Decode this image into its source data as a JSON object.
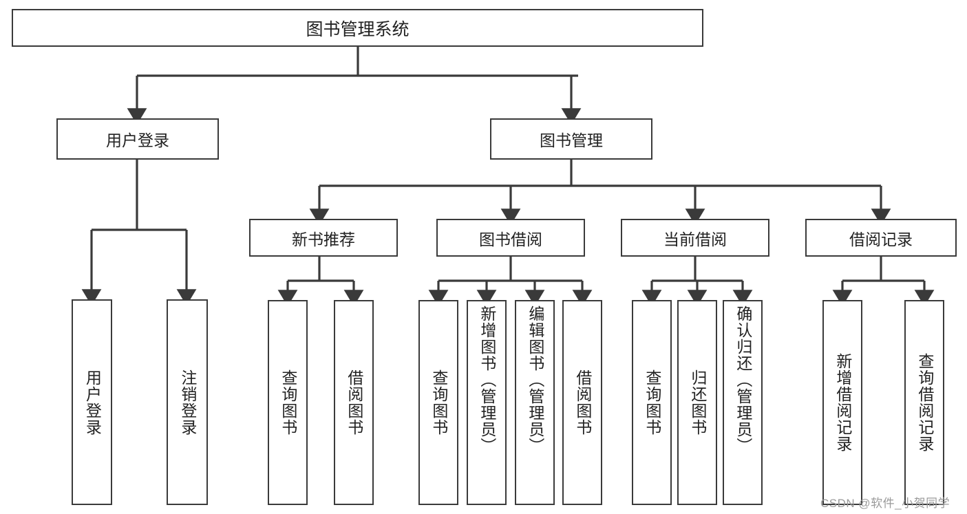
{
  "diagram": {
    "type": "hierarchy-tree",
    "title": "图书管理系统",
    "root": {
      "id": "root",
      "label": "图书管理系统"
    },
    "level1": [
      {
        "id": "user-login",
        "label": "用户登录"
      },
      {
        "id": "book-manage",
        "label": "图书管理"
      }
    ],
    "level2": [
      {
        "id": "new-book-recommend",
        "label": "新书推荐",
        "parent": "book-manage"
      },
      {
        "id": "book-borrow",
        "label": "图书借阅",
        "parent": "book-manage"
      },
      {
        "id": "current-borrow",
        "label": "当前借阅",
        "parent": "book-manage"
      },
      {
        "id": "borrow-record",
        "label": "借阅记录",
        "parent": "book-manage"
      }
    ],
    "leaves": [
      {
        "id": "leaf-user-login",
        "label": "用户登录",
        "parent": "user-login"
      },
      {
        "id": "leaf-logout",
        "label": "注销登录",
        "parent": "user-login"
      },
      {
        "id": "leaf-query-book-1",
        "label": "查询图书",
        "parent": "new-book-recommend"
      },
      {
        "id": "leaf-borrow-book-1",
        "label": "借阅图书",
        "parent": "new-book-recommend"
      },
      {
        "id": "leaf-query-book-2",
        "label": "查询图书",
        "parent": "book-borrow"
      },
      {
        "id": "leaf-add-book",
        "label": "新增图书（管理员）",
        "parent": "book-borrow"
      },
      {
        "id": "leaf-edit-book",
        "label": "编辑图书（管理员）",
        "parent": "book-borrow"
      },
      {
        "id": "leaf-borrow-book-2",
        "label": "借阅图书",
        "parent": "book-borrow"
      },
      {
        "id": "leaf-query-book-3",
        "label": "查询图书",
        "parent": "current-borrow"
      },
      {
        "id": "leaf-return-book",
        "label": "归还图书",
        "parent": "current-borrow"
      },
      {
        "id": "leaf-confirm-return",
        "label": "确认归还（管理员）",
        "parent": "current-borrow"
      },
      {
        "id": "leaf-add-record",
        "label": "新增借阅记录",
        "parent": "borrow-record"
      },
      {
        "id": "leaf-query-record",
        "label": "查询借阅记录",
        "parent": "borrow-record"
      }
    ]
  },
  "watermark": {
    "text": "CSDN @软件_小贺同学"
  },
  "colors": {
    "stroke": "#3a3a3a",
    "box_fill": "#ffffff",
    "text": "#222222",
    "watermark": "#9a9a9a",
    "background": "#ffffff"
  }
}
